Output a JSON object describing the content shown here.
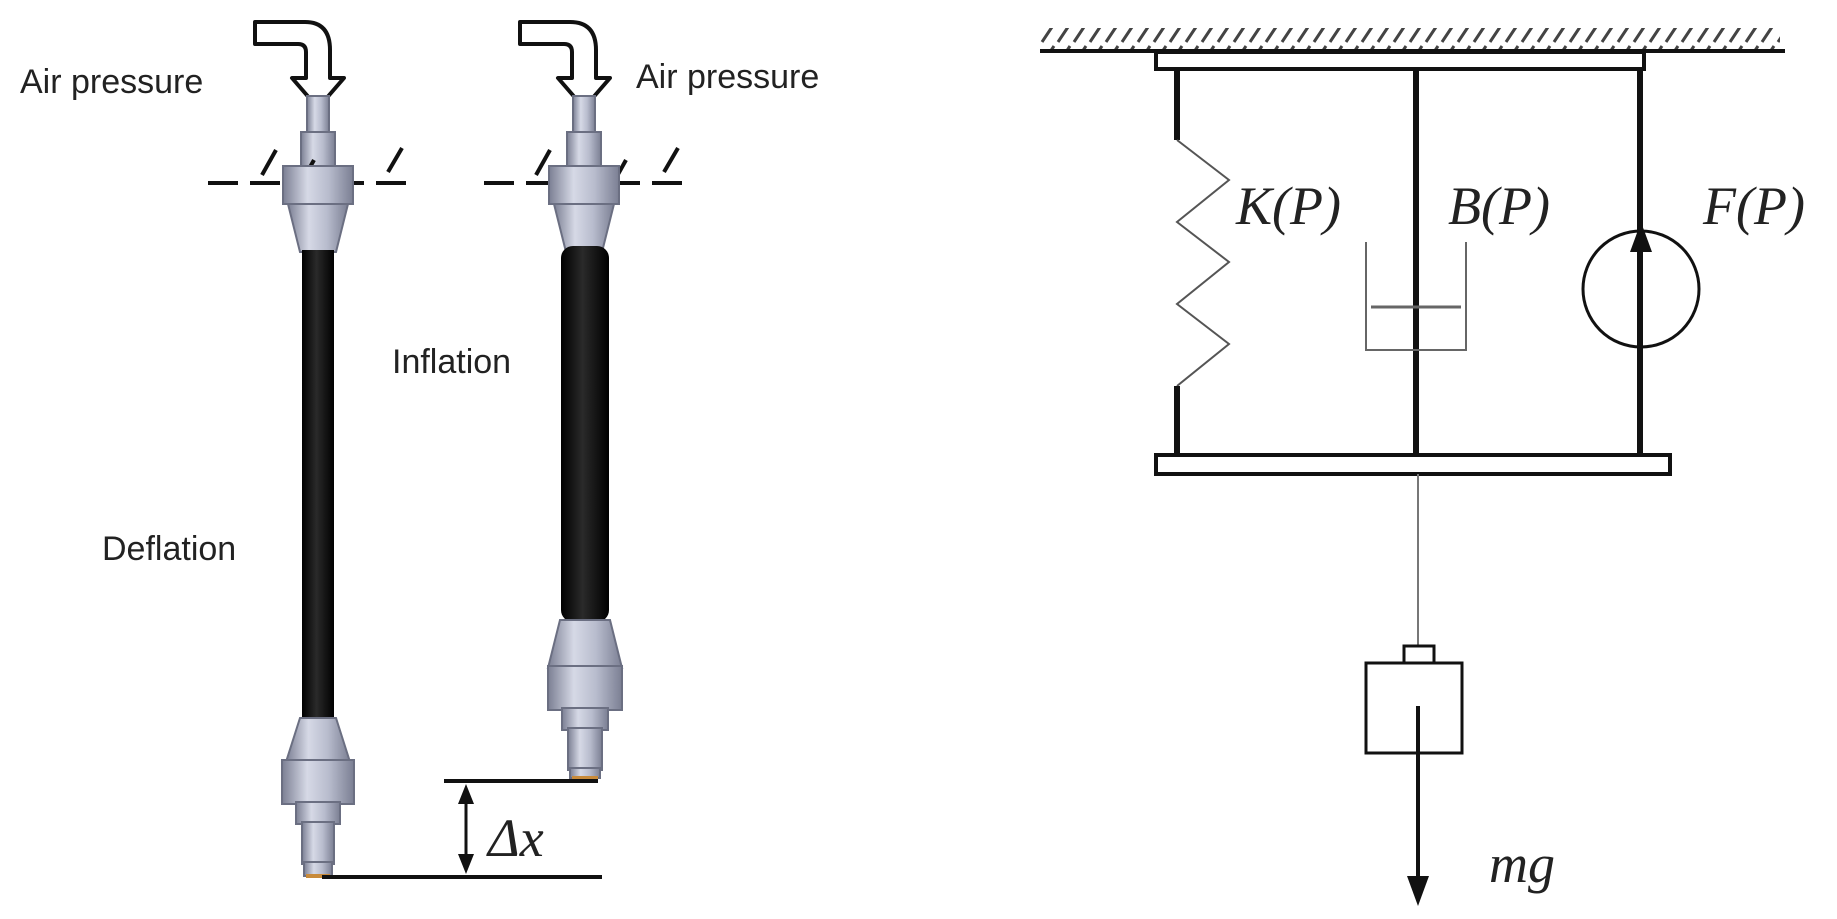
{
  "labels": {
    "air_pressure_left": "Air pressure",
    "air_pressure_right": "Air pressure",
    "deflation": "Deflation",
    "inflation": "Inflation",
    "delta_x": "Δx",
    "stiffness": "K(P)",
    "damping": "B(P)",
    "force": "F(P)",
    "weight": "mg"
  },
  "colors": {
    "ink": "#222222",
    "tube": "#141414",
    "metal_light": "#d6d9e6",
    "metal_mid": "#a9adc0",
    "metal_dark": "#7b7f93",
    "ceiling_hatch": "#444444",
    "thin_line": "#555555"
  }
}
